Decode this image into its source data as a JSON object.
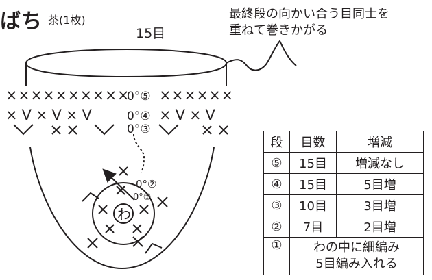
{
  "title": "ばち",
  "subtitle": "茶(1枚)",
  "stitch_count_label": "15目",
  "note": {
    "line1": "最終段の向かい合う目同士を",
    "line2": "重ねて巻きかがる"
  },
  "rows": {
    "r5": {
      "symbols_left": "××××××××××",
      "center": "0°⑤",
      "symbols_right": "××××××"
    },
    "r4": {
      "symbols_left": "×V×V×V",
      "center": "0°④",
      "symbols_right": "×V×V"
    },
    "r3": {
      "center": "0°③"
    },
    "r2": {
      "center": "0°②"
    },
    "r1": {
      "center": "0°①"
    },
    "ring_label": "わ"
  },
  "table": {
    "headers": [
      "段",
      "目数",
      "増減"
    ],
    "rows": [
      {
        "row": "⑤",
        "count": "15目",
        "change": "増減なし"
      },
      {
        "row": "④",
        "count": "15目",
        "change": "5目増"
      },
      {
        "row": "③",
        "count": "10目",
        "change": "3目増"
      },
      {
        "row": "②",
        "count": "7目",
        "change": "2目増"
      },
      {
        "row": "①",
        "change_line1": "わの中に細編み",
        "change_line2": "5目編み入れる"
      }
    ]
  }
}
